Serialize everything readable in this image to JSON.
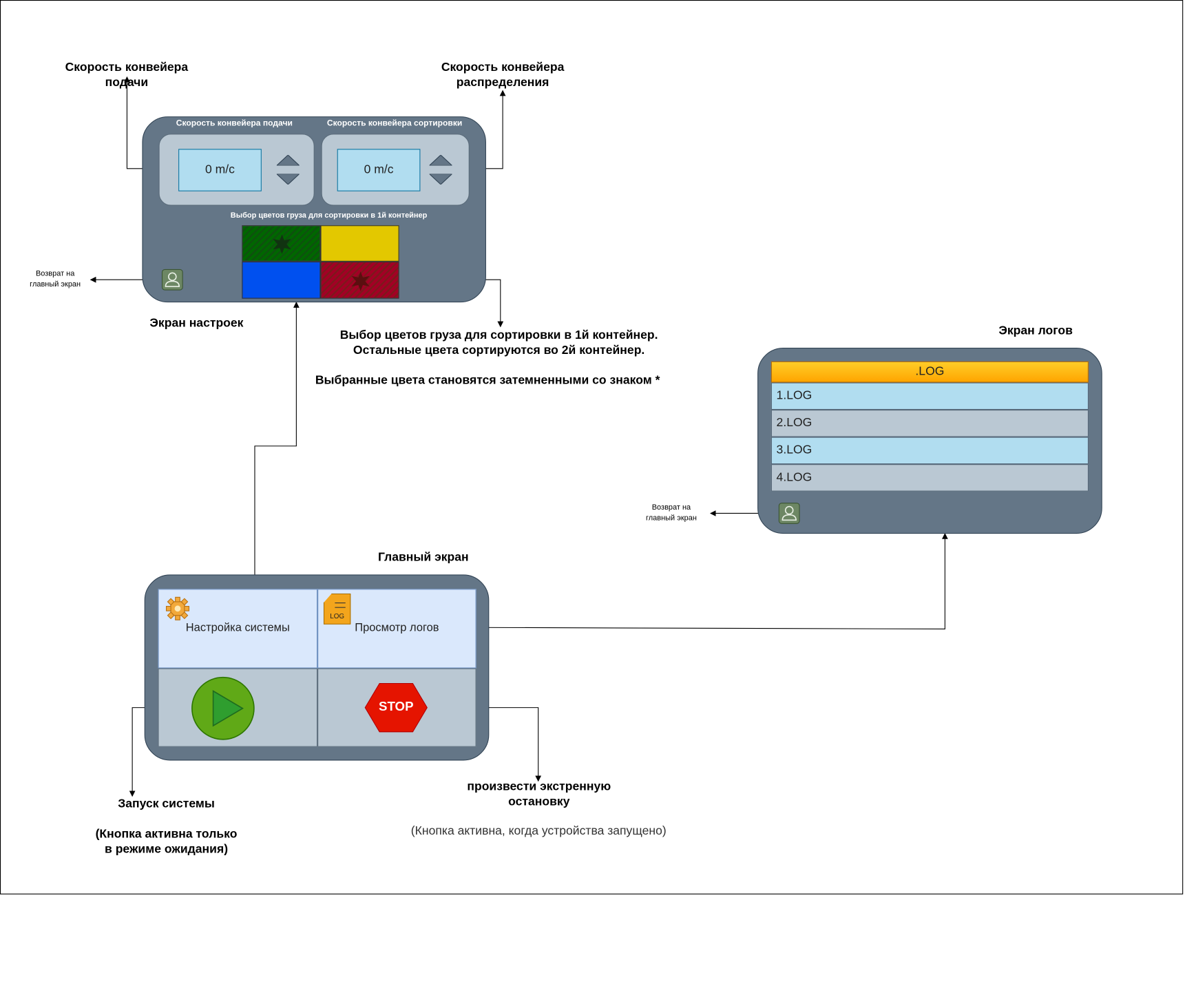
{
  "settings_screen": {
    "title": "Экран настроек",
    "feed_label": "Скорость конвейера подачи",
    "sort_label": "Скорость конвейера сортировки",
    "feed_value": "0 m/c",
    "sort_value": "0 m/c",
    "color_select_label": "Выбор цветов груза для сортировки в 1й контейнер",
    "colors": {
      "green": "#006600",
      "yellow": "#e3c800",
      "blue": "#0050ef",
      "red": "#a20025"
    }
  },
  "annotations": {
    "feed_speed": "Скорость конвейера\nподачи",
    "dist_speed": "Скорость конвейера\nраспределения",
    "return_home": "Возврат на\nглавный экран",
    "color_select": "Выбор цветов груза для сортировки в 1й контейнер.\nОстальные цвета сортируются во 2й контейнер.",
    "color_dim": "Выбранные цвета становятся затемненными со знаком *",
    "start_system": "Запуск системы",
    "start_note": "(Кнопка активна только\nв режиме ожидания)",
    "emergency_stop": "произвести экстренную\nостановку",
    "stop_note": "(Кнопка активна, когда устройства запущено)"
  },
  "main_screen": {
    "title": "Главный экран",
    "settings_label": "Настройка системы",
    "logs_label": "Просмотр логов",
    "log_icon_text": "LOG",
    "stop_label": "STOP"
  },
  "logs_screen": {
    "title": "Экран логов",
    "header": ".LOG",
    "rows": [
      "1.LOG",
      "2.LOG",
      "3.LOG",
      "4.LOG"
    ]
  }
}
